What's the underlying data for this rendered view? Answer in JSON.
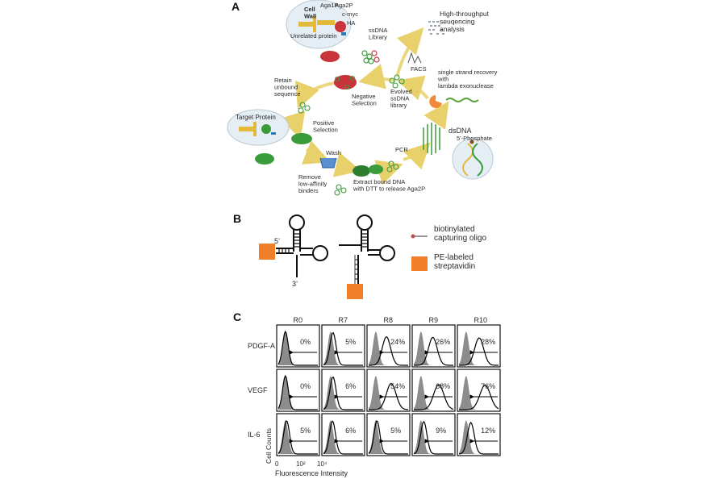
{
  "panel_a": {
    "letter": "A",
    "labels": {
      "cell_wall": "Cell\nWall",
      "aga1p": "Aga1P",
      "aga2p": "Aga2P",
      "cmyc": "c-myc",
      "ha": "HA",
      "unrelated_protein": "Unrelated protein",
      "ssdna_library": "ssDNA\nLibrary",
      "hts": "High-throughput\nseuqencing\nanalysis",
      "facs": "FACS",
      "single_strand": "single strand recovery\nwith\nlambda exonuclease",
      "negative_selection": "Negative\nSelection",
      "evolved": "Evolved\nssDNA\nlibrary",
      "retain": "Retain\nunbound\nsequence",
      "target_protein": "Target Protein",
      "positive_selection": "Positive\nSelection",
      "dsdna": "dsDNA",
      "phosphate": "5'-Phosphate",
      "wash": "Wash",
      "pcr": "PCR",
      "remove": "Remove\nlow-affinity\nbinders",
      "extract": "Extract bound DNA\nwith DTT to release Aga2P"
    }
  },
  "panel_b": {
    "letter": "B",
    "five_prime": "5’",
    "three_prime": "3’",
    "legend": [
      {
        "label": "biotinylated\ncapturing oligo",
        "symbol": "oligo",
        "color": "#c0504d"
      },
      {
        "label": "PE-labeled\nstreptavidin",
        "symbol": "square",
        "color": "#f07f2a"
      }
    ]
  },
  "panel_c": {
    "letter": "C",
    "columns": [
      "R0",
      "R7",
      "R8",
      "R9",
      "R10"
    ],
    "rows": [
      {
        "label": "PDGF-A",
        "percents": [
          "0%",
          "5%",
          "24%",
          "26%",
          "28%"
        ],
        "shift": [
          0.0,
          0.1,
          0.45,
          0.5,
          0.55
        ]
      },
      {
        "label": "VEGF",
        "percents": [
          "0%",
          "6%",
          "54%",
          "68%",
          "76%"
        ],
        "shift": [
          0.0,
          0.1,
          0.65,
          0.75,
          0.8
        ]
      },
      {
        "label": "IL-6",
        "percents": [
          "5%",
          "6%",
          "5%",
          "9%",
          "12%"
        ],
        "shift": [
          0.05,
          0.08,
          0.05,
          0.12,
          0.2
        ]
      }
    ],
    "y_label": "Cell Counts",
    "x_label": "Fluorescence Intensity",
    "x_ticks": [
      "0",
      "10²",
      "10⁴"
    ],
    "colors": {
      "filled": "#8c8c8c",
      "line": "#000000"
    }
  }
}
